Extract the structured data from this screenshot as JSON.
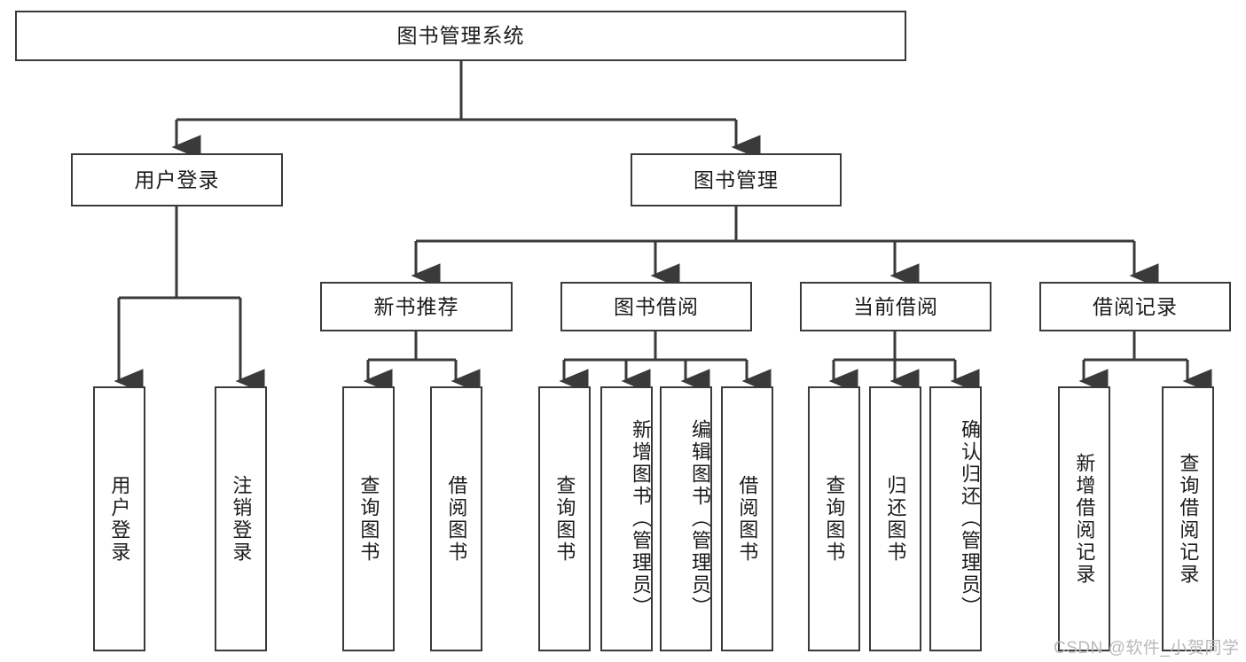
{
  "diagram": {
    "type": "tree",
    "title": "图书管理系统",
    "root": {
      "label": "图书管理系统"
    },
    "level2": [
      {
        "label": "用户登录"
      },
      {
        "label": "图书管理"
      }
    ],
    "level3": [
      {
        "label": "新书推荐"
      },
      {
        "label": "图书借阅"
      },
      {
        "label": "当前借阅"
      },
      {
        "label": "借阅记录"
      }
    ],
    "leaves": {
      "user_login": [
        {
          "label": "用户登录"
        },
        {
          "label": "注销登录"
        }
      ],
      "new_book_recommend": [
        {
          "label": "查询图书"
        },
        {
          "label": "借阅图书"
        }
      ],
      "book_borrow": [
        {
          "label": "查询图书"
        },
        {
          "label": "新增图书（管理员）"
        },
        {
          "label": "编辑图书（管理员）"
        },
        {
          "label": "借阅图书"
        }
      ],
      "current_borrow": [
        {
          "label": "查询图书"
        },
        {
          "label": "归还图书"
        },
        {
          "label": "确认归还（管理员）"
        }
      ],
      "borrow_record": [
        {
          "label": "新增借阅记录"
        },
        {
          "label": "查询借阅记录"
        }
      ]
    }
  },
  "watermark": {
    "text": "CSDN @软件_小贺同学"
  },
  "colors": {
    "stroke": "#3a3a3a",
    "text": "#1b1b1b",
    "background": "#ffffff",
    "watermark": "#b9b9b9"
  }
}
